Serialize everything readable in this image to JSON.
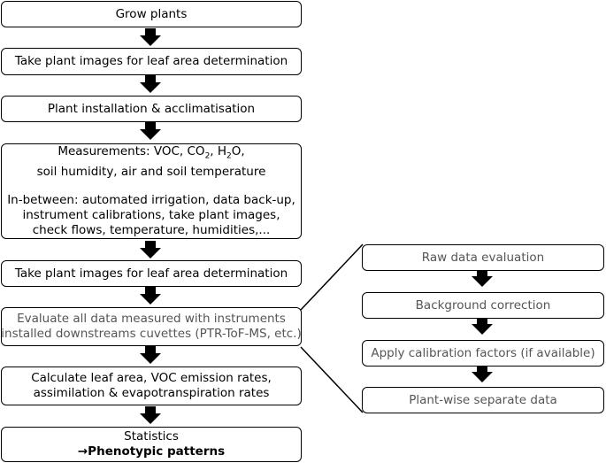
{
  "main_flow": {
    "grow_plants": "Grow plants",
    "take_images_1": "Take plant images for leaf area determination",
    "installation": "Plant installation & acclimatisation",
    "measurements": {
      "l1_prefix": "Measurements: VOC, CO",
      "l1_co2_sub": "2",
      "l1_mid": ", H",
      "l1_h2o_sub": "2",
      "l1_suffix": "O,",
      "l2": "soil humidity, air and soil temperature",
      "l3": "In-between: automated irrigation, data back-up,",
      "l4": "instrument calibrations, take plant images,",
      "l5": "check flows, temperature, humidities,..."
    },
    "take_images_2": "Take plant images for leaf area determination",
    "evaluate": {
      "l1": "Evaluate all data measured with instruments",
      "l2": "installed downstreams cuvettes (PTR-ToF-MS, etc.)"
    },
    "calculate": {
      "l1": "Calculate leaf area, VOC emission rates,",
      "l2": "assimilation & evapotranspiration rates"
    },
    "statistics": {
      "l1": "Statistics",
      "l2": "→Phenotypic patterns"
    }
  },
  "sub_flow": {
    "raw": "Raw data evaluation",
    "background": "Background correction",
    "calibration": "Apply calibration factors (if available)",
    "plantwise": "Plant-wise separate data"
  },
  "colors": {
    "border": "#000000",
    "gray_text": "#555555"
  }
}
